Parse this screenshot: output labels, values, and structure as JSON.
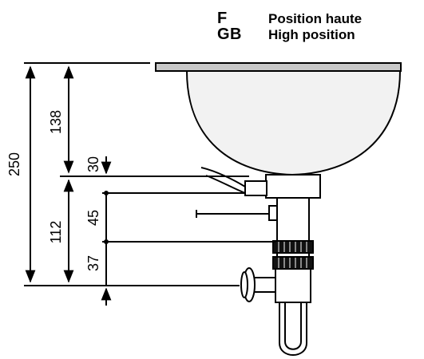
{
  "legend": [
    {
      "code": "F",
      "text": "Position haute"
    },
    {
      "code": "GB",
      "text": "High position"
    }
  ],
  "dimensions": {
    "overall": "250",
    "basin_depth": "138",
    "lower_total": "112",
    "gap_top": "30",
    "middle": "45",
    "bottom": "37"
  },
  "colors": {
    "line": "#000000",
    "countertop": "#c8c8c8",
    "basin_fill": "#f2f2f2"
  }
}
